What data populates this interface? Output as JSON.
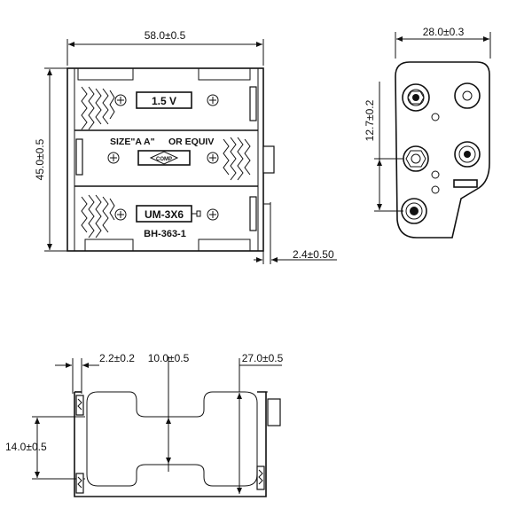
{
  "top_view": {
    "dims": {
      "width": "58.0±0.5",
      "height": "45.0±0.5",
      "terminal_offset": "2.4±0.50"
    },
    "labels": {
      "voltage": "1.5 V",
      "size": "SIZE\"A A\" OR EQUIV",
      "size_prefix": "SIZE\"A A\"",
      "size_suffix": "OR EQUIV",
      "logo": "COMP",
      "model": "UM-3X6",
      "part": "BH-363-1",
      "plus": "+",
      "minus": "−"
    }
  },
  "end_view": {
    "dims": {
      "width": "28.0±0.3",
      "pitch": "12.7±0.2"
    }
  },
  "side_view": {
    "dims": {
      "lead": "2.2±0.2",
      "center": "10.0±0.5",
      "height": "27.0±0.5",
      "spacing": "14.0±0.5"
    }
  }
}
